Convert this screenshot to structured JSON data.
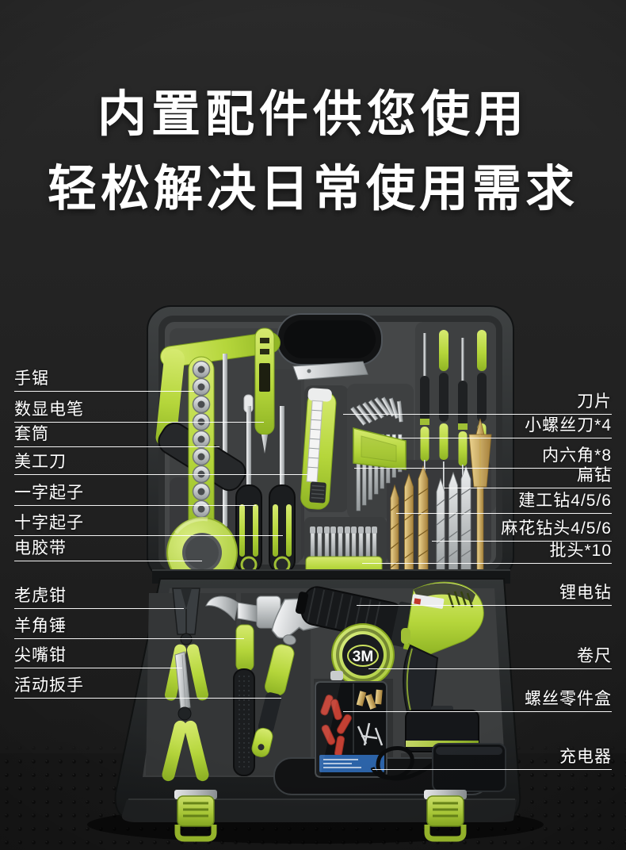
{
  "banner": {
    "headline_line1": "内置配件供您使用",
    "headline_line2": "轻松解决日常使用需求"
  },
  "callouts": {
    "left": [
      {
        "label": "手锯"
      },
      {
        "label": "数显电笔"
      },
      {
        "label": "套筒"
      },
      {
        "label": "美工刀"
      },
      {
        "label": "一字起子"
      },
      {
        "label": "十字起子"
      },
      {
        "label": "电胶带"
      },
      {
        "label": "老虎钳"
      },
      {
        "label": "羊角锤"
      },
      {
        "label": "尖嘴钳"
      },
      {
        "label": "活动扳手"
      }
    ],
    "right": [
      {
        "label": "刀片"
      },
      {
        "label": "小螺丝刀*4"
      },
      {
        "label": "内六角*8"
      },
      {
        "label": "扁钻"
      },
      {
        "label": "建工钻4/5/6"
      },
      {
        "label": "麻花钻头4/5/6"
      },
      {
        "label": "批头*10"
      },
      {
        "label": "锂电钻"
      },
      {
        "label": "卷尺"
      },
      {
        "label": "螺丝零件盒"
      },
      {
        "label": "充电器"
      }
    ]
  },
  "markings": {
    "tape_measure": "3M"
  },
  "colors": {
    "accent_green": "#b5d63b",
    "background": "#212121",
    "leader_line": "#ffffff",
    "title_text": "#ffffff"
  }
}
